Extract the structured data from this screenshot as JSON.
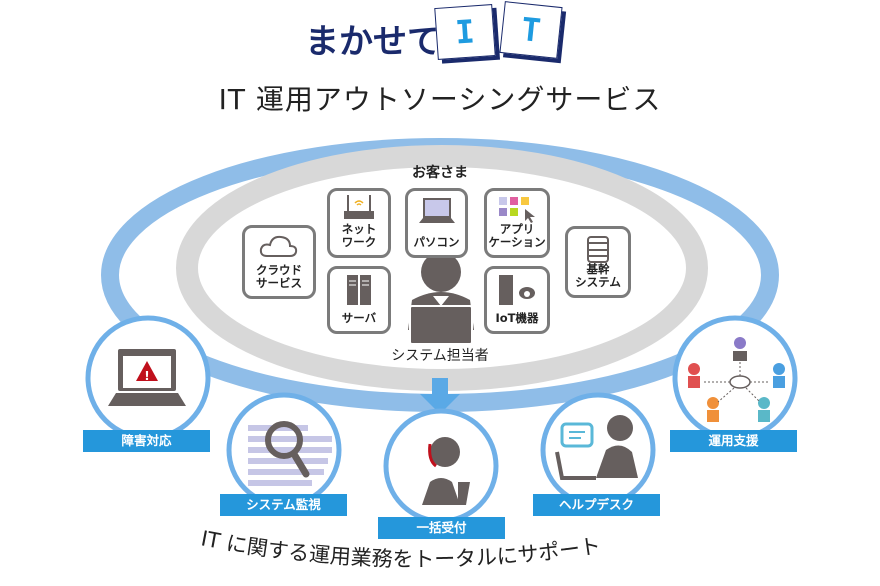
{
  "logo": {
    "text": "まかせて",
    "tiles": [
      "I",
      "T"
    ]
  },
  "title": "IT 運用アウトソーシングサービス",
  "customer_label": "お客さま",
  "operator_label": "システム担当者",
  "systems": [
    {
      "id": "cloud",
      "label": "クラウド\nサービス"
    },
    {
      "id": "network",
      "label": "ネット\nワーク"
    },
    {
      "id": "pc",
      "label": "パソコン"
    },
    {
      "id": "app",
      "label": "アプリ\nケーション"
    },
    {
      "id": "core",
      "label": "基幹\nシステム"
    },
    {
      "id": "server",
      "label": "サーバ"
    },
    {
      "id": "iot",
      "label": "IoT機器"
    }
  ],
  "services": [
    {
      "label": "障害対応"
    },
    {
      "label": "システム監視"
    },
    {
      "label": "一括受付"
    },
    {
      "label": "ヘルプデスク"
    },
    {
      "label": "運用支援"
    }
  ],
  "tagline": "IT に関する運用業務をトータルにサポート",
  "colors": {
    "navy": "#1a2a6c",
    "accent": "#1e9be0",
    "ring": "#8fbde8",
    "label_bg": "#2597db",
    "gray": "#d6d6d6",
    "icon": "#665f5e"
  }
}
